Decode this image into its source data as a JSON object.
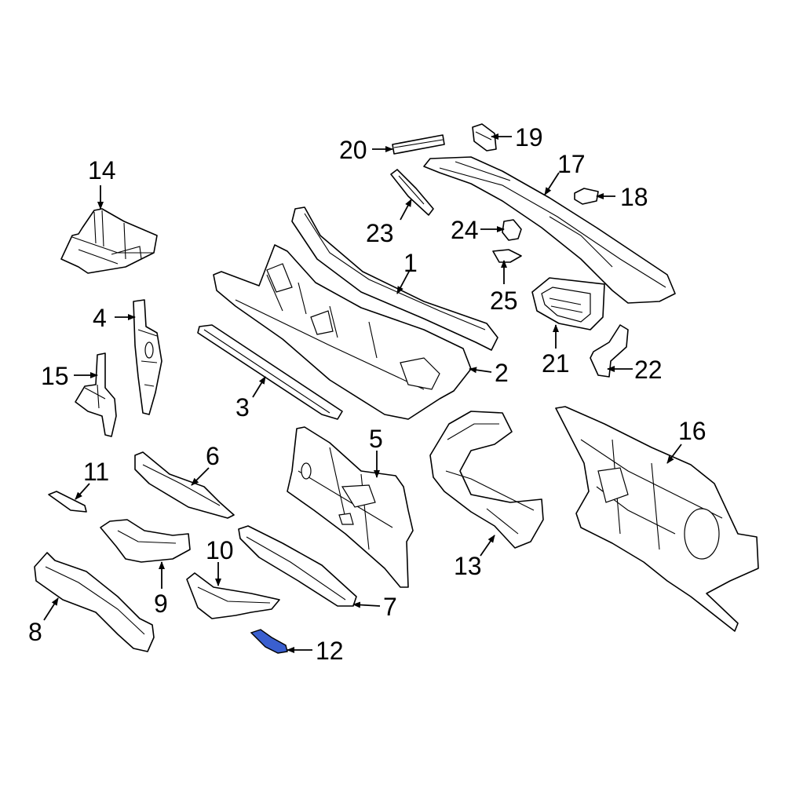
{
  "diagram": {
    "callouts": [
      "1",
      "2",
      "3",
      "4",
      "5",
      "6",
      "7",
      "8",
      "9",
      "10",
      "11",
      "12",
      "13",
      "14",
      "15",
      "16",
      "17",
      "18",
      "19",
      "20",
      "21",
      "22",
      "23",
      "24",
      "25"
    ],
    "highlighted_part": "12",
    "highlight_color": "#3a5fcf"
  }
}
